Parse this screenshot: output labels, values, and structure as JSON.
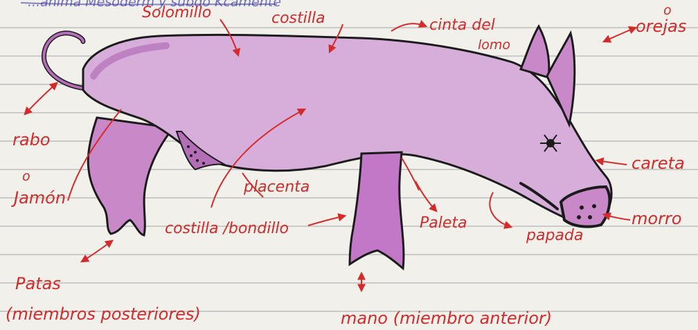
{
  "header_fragment": "...anima Mesoderm y subdo Kcamente",
  "labels": {
    "solomillo": "Solomillo",
    "costilla": "costilla",
    "cinta_del_lomo_line1": "cinta del",
    "cinta_del_lomo_line2": "lomo",
    "orejas": "orejas",
    "orejas_mark": "o",
    "rabo": "rabo",
    "rabo_mark": "o",
    "jamon": "Jamón",
    "careta": "careta",
    "morro": "morro",
    "placenta": "placenta",
    "costilla_bondillo": "costilla /bondillo",
    "paleta": "Paleta",
    "papada": "papada",
    "patas": "Patas",
    "patas_note": "(miembros posteriores)",
    "mano_note": "mano (miembro anterior)"
  },
  "colors": {
    "ink_red": "#d62a2a",
    "pig_fill": "#d7aeda",
    "pig_shade": "#b46eb7",
    "outline": "#1b1b1b",
    "ink_blue": "#3d3aa5"
  }
}
